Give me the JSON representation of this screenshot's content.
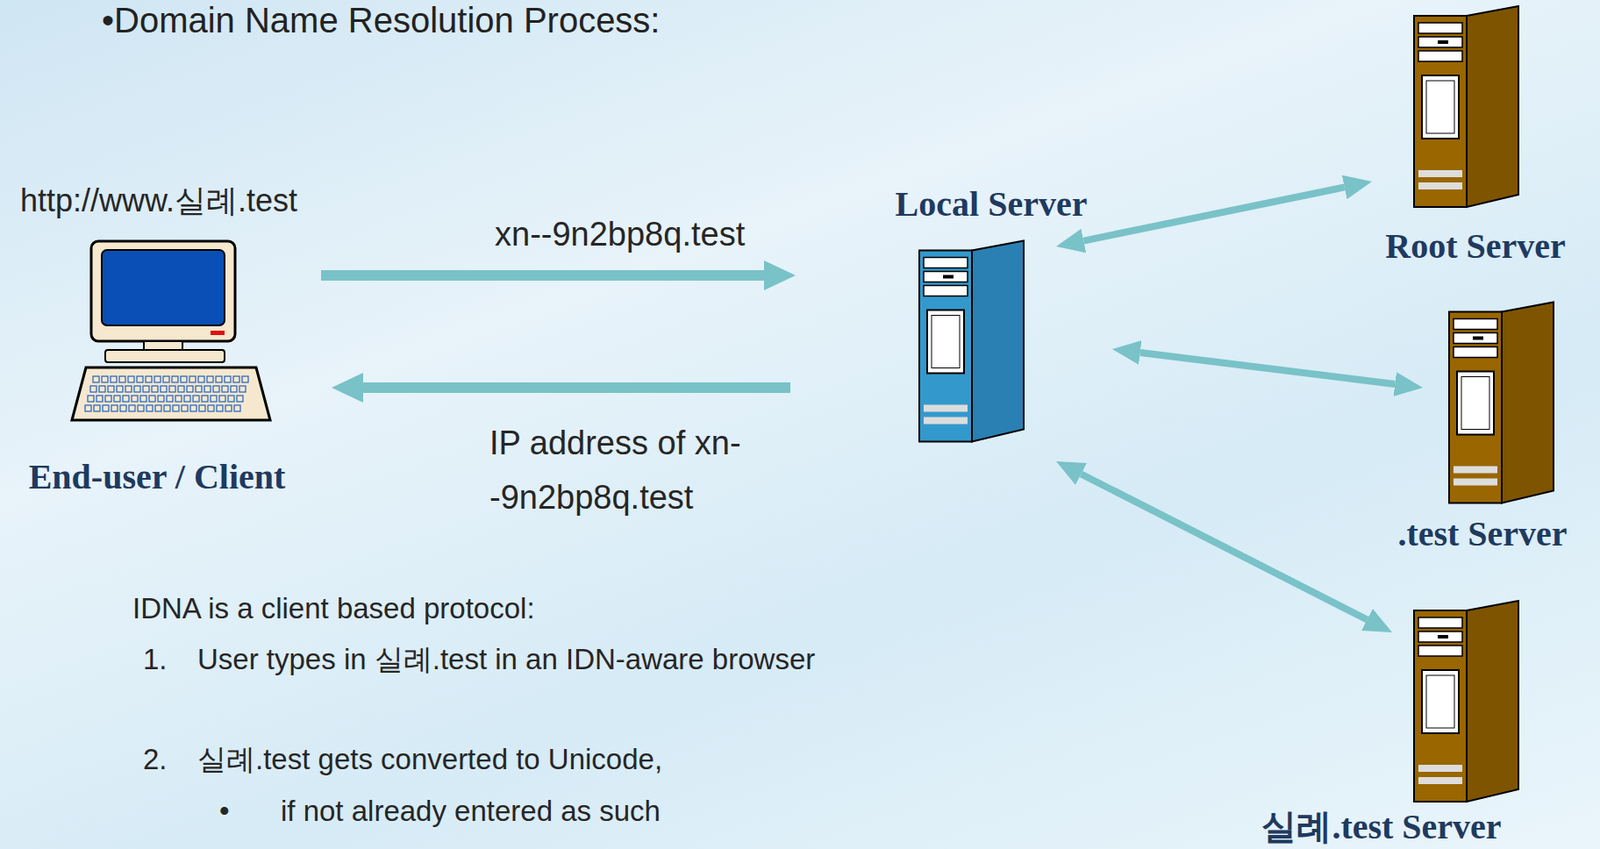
{
  "diagram": {
    "title": "•Domain Name Resolution Process:",
    "nodes": [
      {
        "text": [
          "End-user / Client"
        ]
      },
      {
        "text": [
          "Local Server"
        ]
      },
      {
        "text": [
          "Root Server"
        ]
      },
      {
        "text": [
          ".test Server"
        ]
      },
      {
        "text": [
          "실례.test Server"
        ]
      }
    ],
    "edges": [
      {
        "from": 0,
        "to": 1,
        "arrow": "to",
        "label": "xn--9n2bp8q.test"
      },
      {
        "from": 1,
        "to": 0,
        "arrow": "to",
        "label": "IP address of xn--9n2bp8q.test"
      },
      {
        "from": 1,
        "to": 2,
        "arrow": "both"
      },
      {
        "from": 1,
        "to": 3,
        "arrow": "both"
      },
      {
        "from": 1,
        "to": 4,
        "arrow": "both"
      }
    ],
    "labels": [
      "http://www.실례.test",
      "IDNA is a client based protocol:",
      "1.",
      "User types in 실례.test in an IDN-aware browser",
      "2.",
      "실례.test gets converted to Unicode,",
      "•",
      "if not already entered as such"
    ]
  }
}
